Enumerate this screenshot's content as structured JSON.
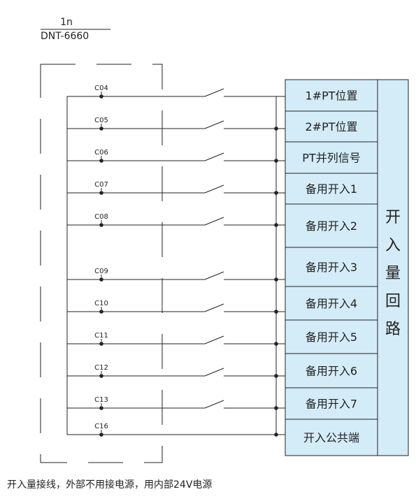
{
  "device": {
    "label_top": "1n",
    "label_bottom": "DNT-6660"
  },
  "terminals": [
    "C04",
    "C05",
    "C06",
    "C07",
    "C08",
    "C09",
    "C10",
    "C11",
    "C12",
    "C13",
    "C16"
  ],
  "signals": [
    "1#PT位置",
    "2#PT位置",
    "PT并列信号",
    "备用开入1",
    "备用开入2",
    "备用开入3",
    "备用开入4",
    "备用开入5",
    "备用开入6",
    "备用开入7",
    "开入公共端"
  ],
  "side_label": [
    "开",
    "入",
    "量",
    "回",
    "路"
  ],
  "caption": "开入量接线，外部不用接电源，用内部24V电源",
  "colors": {
    "box_fill": "#d4ecf8",
    "stroke": "#222222"
  }
}
